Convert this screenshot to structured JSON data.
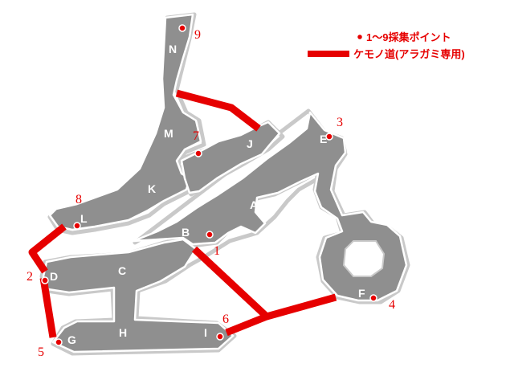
{
  "colors": {
    "route": "#e60000",
    "floor": "#8f8f8f",
    "point": "#e60000",
    "background": "#ffffff"
  },
  "legend": {
    "gather_points": "1～9採集ポイント",
    "path": "ケモノ道(アラガミ専用)"
  },
  "zones": [
    "A",
    "B",
    "C",
    "D",
    "E",
    "F",
    "G",
    "H",
    "I",
    "J",
    "K",
    "L",
    "M",
    "N"
  ],
  "gather_points": [
    "1",
    "2",
    "3",
    "4",
    "5",
    "6",
    "7",
    "8",
    "9"
  ]
}
